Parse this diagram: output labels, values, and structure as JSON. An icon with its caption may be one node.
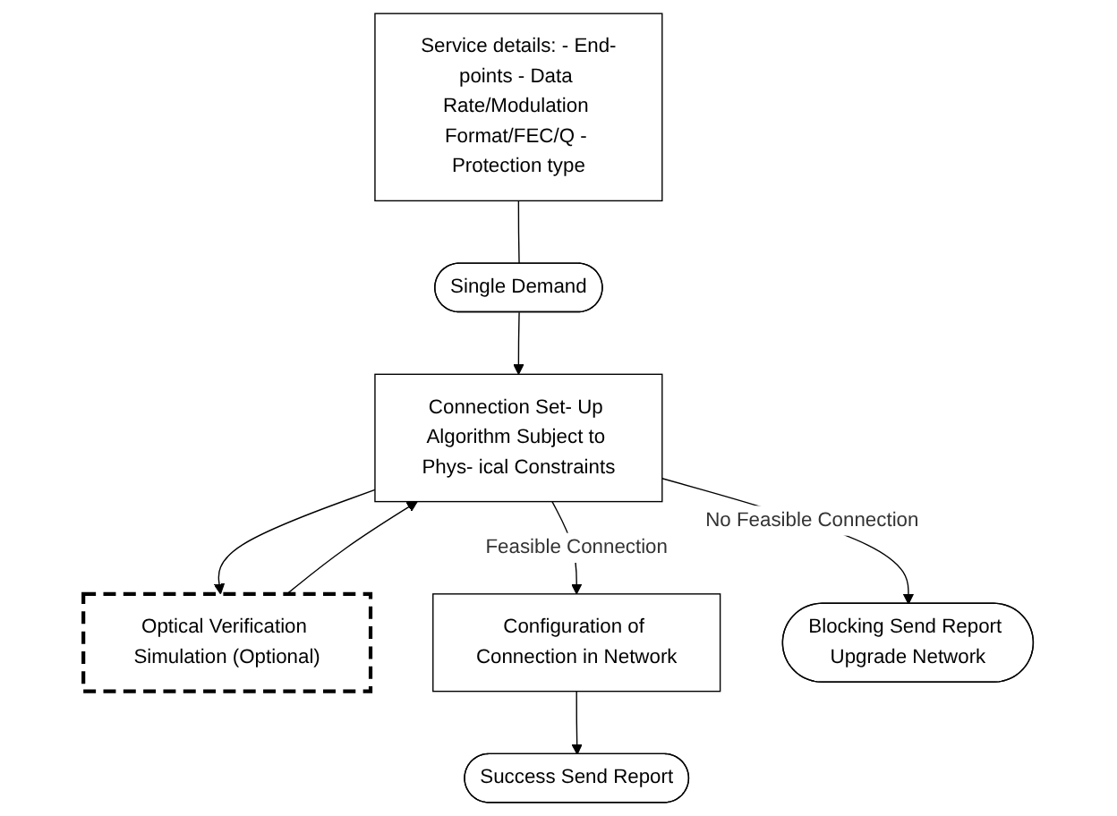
{
  "diagram": {
    "nodes": [
      {
        "text": [
          "Service details: - End-points - Data Rate/Modulation Format/FEC/Q - Protection type"
        ]
      },
      {
        "text": [
          "Single Demand"
        ]
      },
      {
        "text": [
          "Optical Verification Simulation (Optional)"
        ]
      },
      {
        "text": [
          "Connection Set- Up Algorithm Subject to Phys- ical Constraints"
        ]
      },
      {
        "text": [
          "Configuration of Connection in Network"
        ]
      },
      {
        "text": [
          "Success Send Report"
        ]
      },
      {
        "text": [
          "Blocking Send Report Upgrade Network"
        ]
      }
    ],
    "edges": [
      {
        "from": 0,
        "to": 1,
        "arrow": "none"
      },
      {
        "from": 1,
        "to": 3,
        "arrow": "to"
      },
      {
        "from": 3,
        "to": 2,
        "arrow": "to"
      },
      {
        "from": 2,
        "to": 3,
        "arrow": "to"
      },
      {
        "from": 3,
        "to": 4,
        "label": "Feasible Connection",
        "arrow": "to"
      },
      {
        "from": 4,
        "to": 5,
        "arrow": "to"
      },
      {
        "from": 3,
        "to": 6,
        "label": "No Feasible Connection",
        "arrow": "to"
      }
    ]
  }
}
